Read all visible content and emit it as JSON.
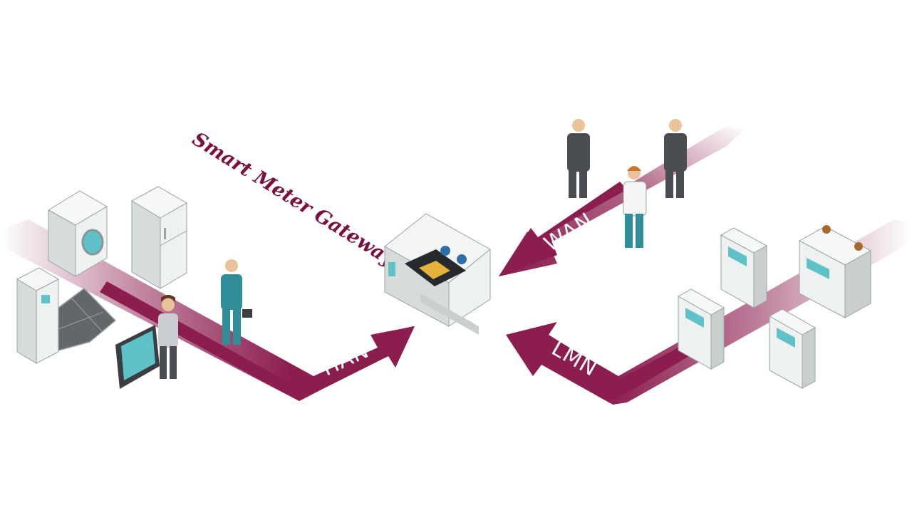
{
  "title": "Smart Meter Gateway",
  "arrows": {
    "han": "HAN",
    "wan": "WAN",
    "lmn": "LMN"
  },
  "colors": {
    "arrow": "#8c1d4f",
    "title": "#7a1040",
    "device_body": "#eef1f1",
    "device_shade": "#c9cfcf",
    "screen": "#5ec2c8",
    "person_suit": "#4a4d52",
    "technician_suit": "#2f8e97"
  },
  "icons": [
    "washing-machine-icon",
    "fridge-icon",
    "fridge-freezer-icon",
    "solar-panel-icon",
    "tablet-icon",
    "person-icon",
    "technician-icon",
    "gateway-device-icon",
    "business-person-icon",
    "electric-meter-icon",
    "gas-meter-icon"
  ]
}
